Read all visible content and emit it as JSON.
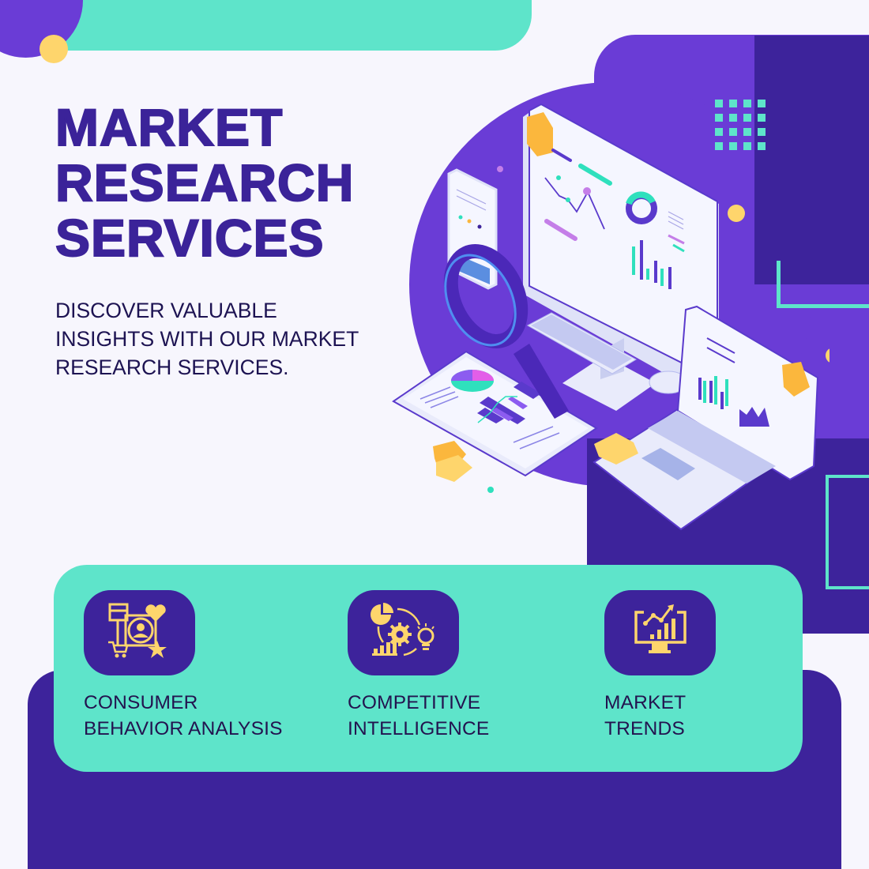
{
  "headline": {
    "lines": [
      "MARKET",
      "RESEARCH",
      "SERVICES"
    ]
  },
  "subheadline": {
    "lines": [
      "DISCOVER VALUABLE",
      "INSIGHTS WITH OUR MARKET",
      "RESEARCH SERVICES."
    ]
  },
  "colors": {
    "background": "#f7f6fd",
    "primary_dark": "#3d239b",
    "primary": "#6a3cd6",
    "teal": "#5ee4ca",
    "yellow": "#fed56c",
    "text_dark": "#23134f"
  },
  "illustration": {
    "semantic": "isometric-analytics-workspace",
    "items": [
      "desktop-monitor-dashboard",
      "smartphone",
      "magnifying-glass",
      "tablet-report",
      "laptop",
      "keyboard",
      "mouse",
      "sticky-notes"
    ]
  },
  "services": [
    {
      "icon": "consumer-behavior-icon",
      "lines": [
        "CONSUMER",
        "BEHAVIOR ANALYSIS"
      ]
    },
    {
      "icon": "competitive-intelligence-icon",
      "lines": [
        "COMPETITIVE",
        "INTELLIGENCE"
      ]
    },
    {
      "icon": "market-trends-icon",
      "lines": [
        "MARKET",
        "TRENDS"
      ]
    }
  ]
}
